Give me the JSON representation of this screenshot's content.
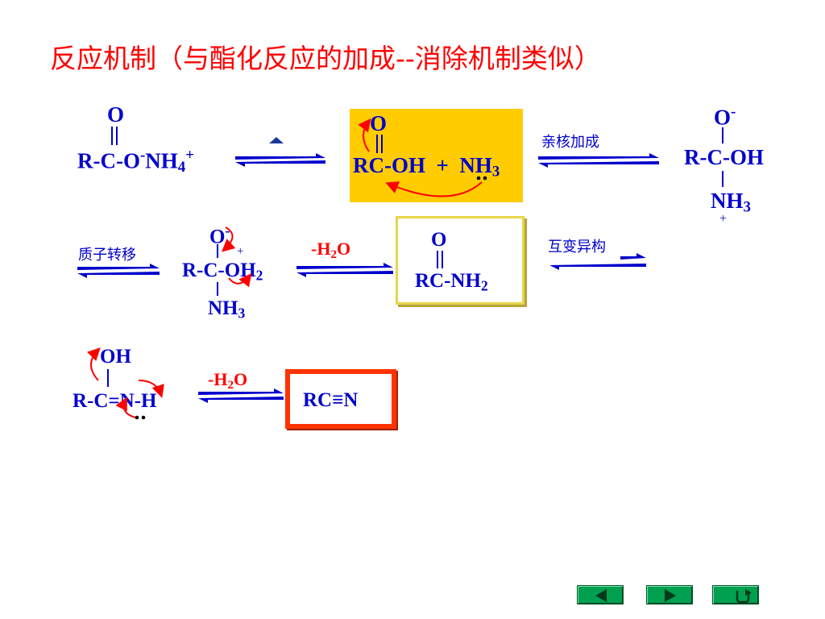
{
  "title": "反应机制（与酯化反应的加成--消除机制类似）",
  "labels": {
    "nucleophilic_addition": "亲核加成",
    "proton_transfer": "质子转移",
    "minus_water": "-H",
    "water_sub": "2",
    "water_o": "O",
    "tautomerism": "互变异构"
  },
  "nav": {
    "prev": "previous-slide",
    "next": "next-slide",
    "return": "return"
  },
  "colors": {
    "structure": "#0000cc",
    "annotation": "#ff0000",
    "highlight": "#ffcc00",
    "nav": "#00a050"
  }
}
